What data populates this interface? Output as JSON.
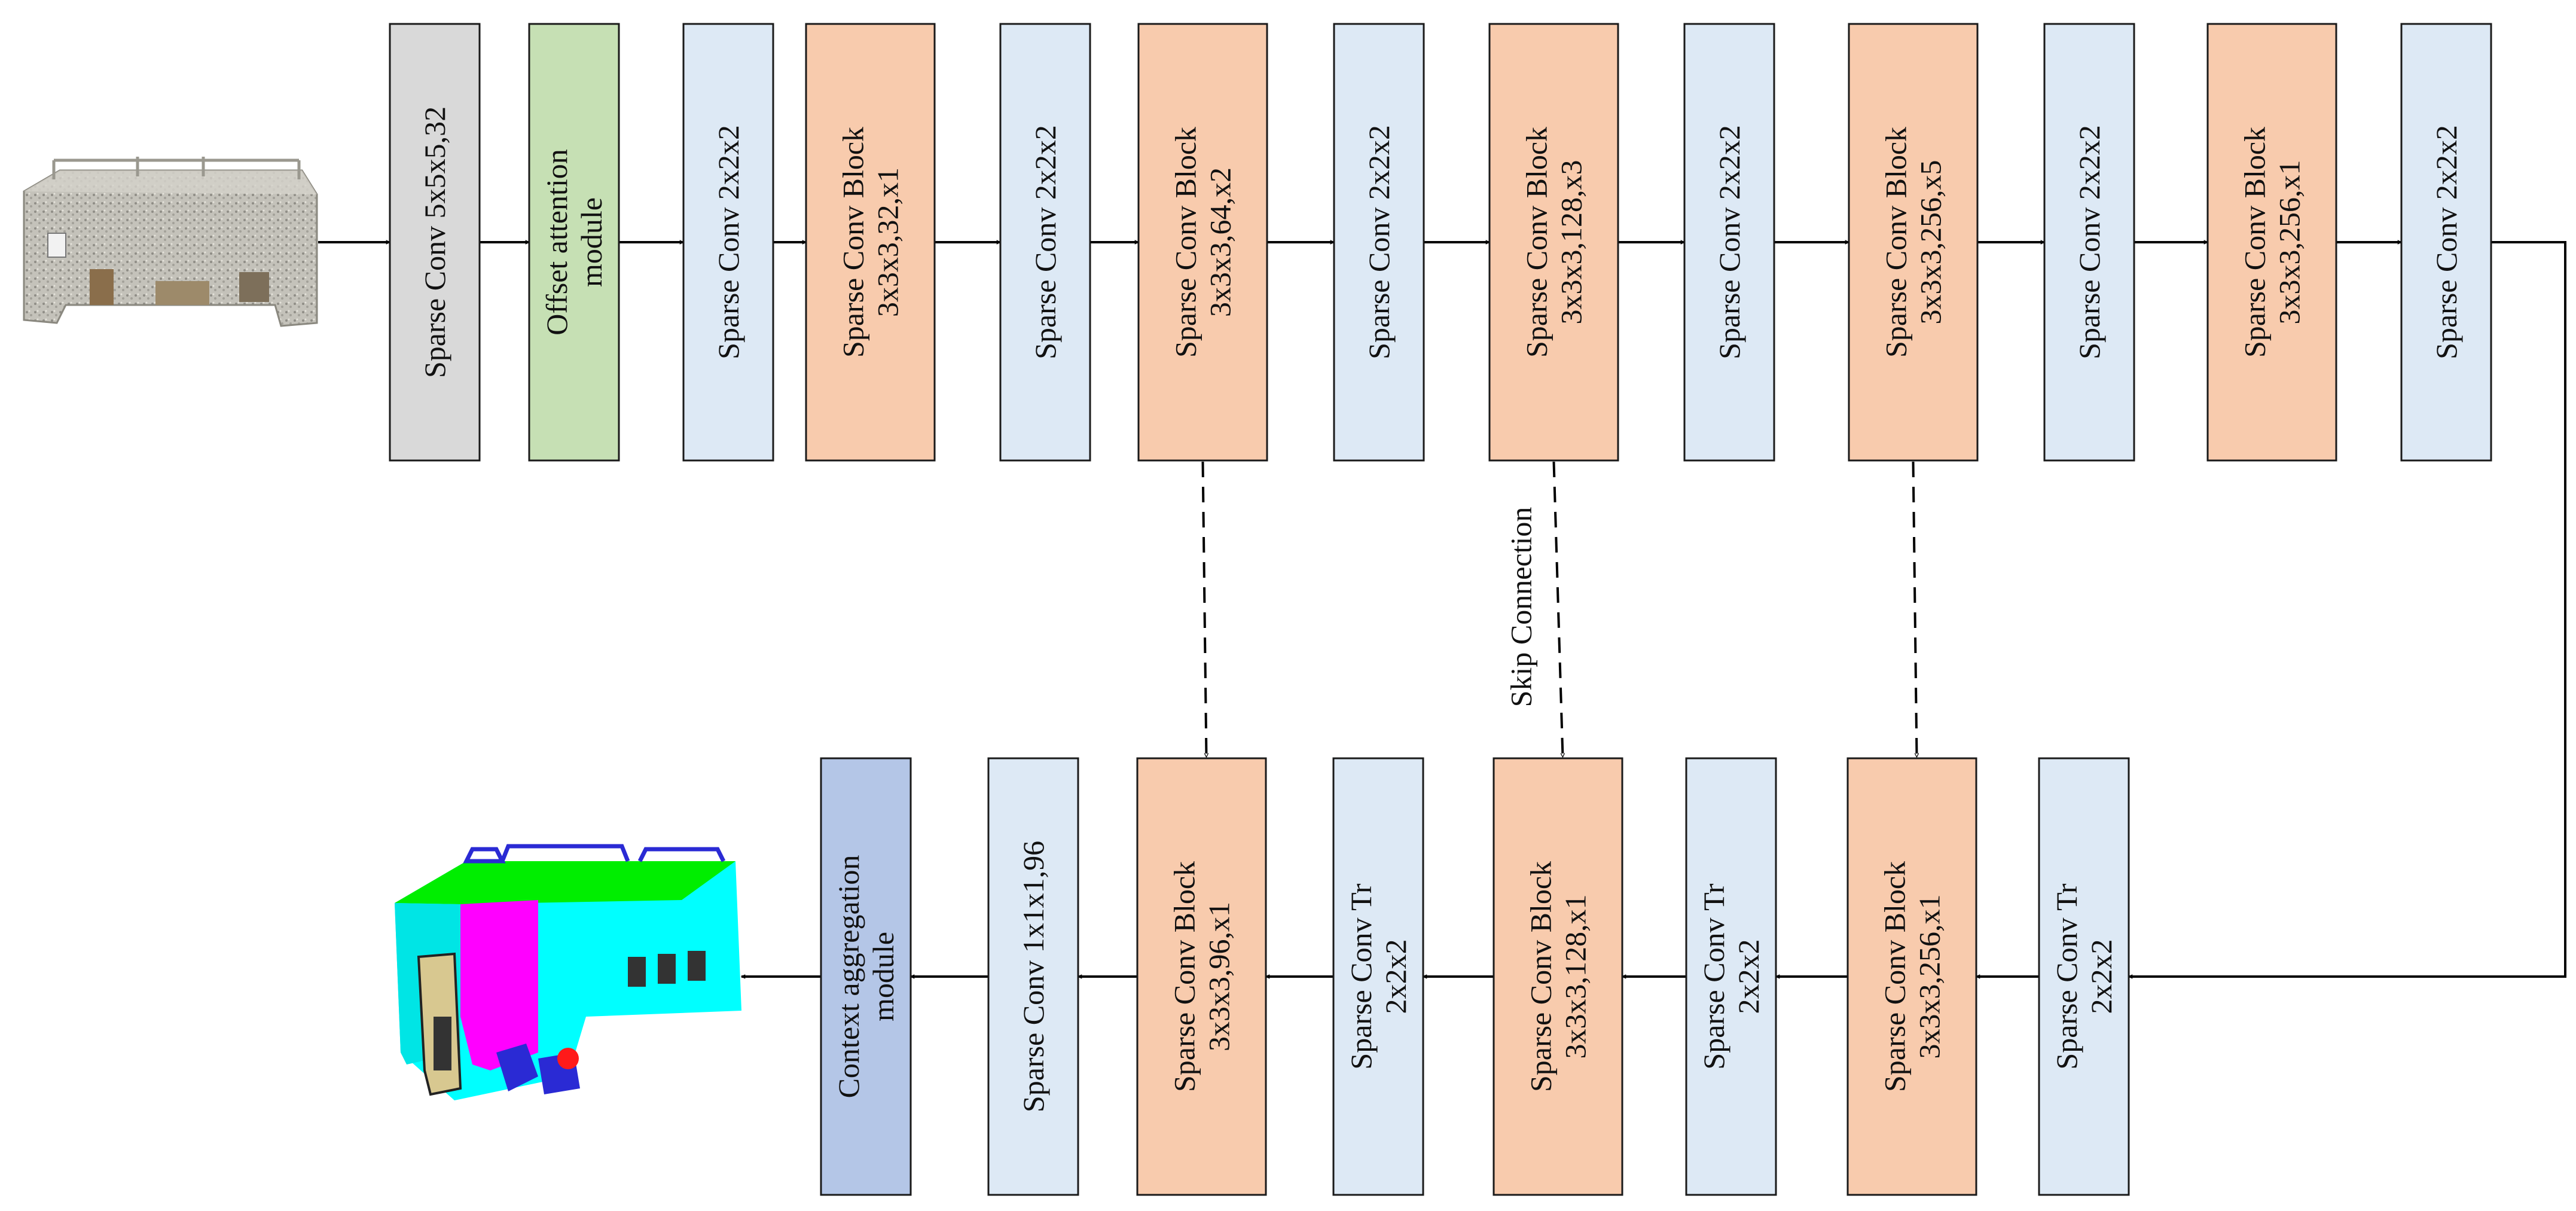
{
  "colors": {
    "gray": "#d9d9d9",
    "green": "#c6e0b4",
    "blue": "#dde9f5",
    "orange": "#f8cbad",
    "purple": "#b4c6e7",
    "input_cloud": "#b9b8b0",
    "seg_cyan": "#00ffff",
    "seg_magenta": "#ff00ff",
    "seg_green": "#00ff00",
    "seg_navy": "#2a2ad4",
    "seg_red": "#ff1a1a",
    "seg_tan": "#d8c890"
  },
  "images": {
    "input": "input-point-cloud",
    "output": "segmented-point-cloud"
  },
  "encoder": [
    {
      "lines": [
        "Sparse Conv 5x5x5,32"
      ],
      "color": "gray"
    },
    {
      "lines": [
        "Offset attention",
        "module"
      ],
      "color": "green"
    },
    {
      "lines": [
        "Sparse Conv 2x2x2"
      ],
      "color": "blue"
    },
    {
      "lines": [
        "Sparse Conv Block",
        "3x3x3,32,x1"
      ],
      "color": "orange"
    },
    {
      "lines": [
        "Sparse Conv 2x2x2"
      ],
      "color": "blue"
    },
    {
      "lines": [
        "Sparse Conv Block",
        "3x3x3,64,x2"
      ],
      "color": "orange"
    },
    {
      "lines": [
        "Sparse Conv 2x2x2"
      ],
      "color": "blue"
    },
    {
      "lines": [
        "Sparse Conv Block",
        "3x3x3,128,x3"
      ],
      "color": "orange"
    },
    {
      "lines": [
        "Sparse Conv 2x2x2"
      ],
      "color": "blue"
    },
    {
      "lines": [
        "Sparse Conv Block",
        "3x3x3,256,x5"
      ],
      "color": "orange"
    },
    {
      "lines": [
        "Sparse Conv 2x2x2"
      ],
      "color": "blue"
    },
    {
      "lines": [
        "Sparse Conv Block",
        "3x3x3,256,x1"
      ],
      "color": "orange"
    },
    {
      "lines": [
        "Sparse Conv 2x2x2"
      ],
      "color": "blue"
    }
  ],
  "decoder": [
    {
      "lines": [
        "Context aggregation",
        "module"
      ],
      "color": "purple"
    },
    {
      "lines": [
        "Sparse Conv 1x1x1,96"
      ],
      "color": "blue"
    },
    {
      "lines": [
        "Sparse Conv Block",
        "3x3x3,96,x1"
      ],
      "color": "orange"
    },
    {
      "lines": [
        "Sparse Conv Tr",
        "2x2x2"
      ],
      "color": "blue"
    },
    {
      "lines": [
        "Sparse Conv Block",
        "3x3x3,128,x1"
      ],
      "color": "orange"
    },
    {
      "lines": [
        "Sparse Conv Tr",
        "2x2x2"
      ],
      "color": "blue"
    },
    {
      "lines": [
        "Sparse Conv Block",
        "3x3x3,256,x1"
      ],
      "color": "orange"
    },
    {
      "lines": [
        "Sparse Conv Tr",
        "2x2x2"
      ],
      "color": "blue"
    }
  ],
  "skip_connections": [
    {
      "from": 5,
      "to": 2
    },
    {
      "from": 7,
      "to": 4
    },
    {
      "from": 9,
      "to": 6
    }
  ],
  "skip_label": "Skip Connection"
}
